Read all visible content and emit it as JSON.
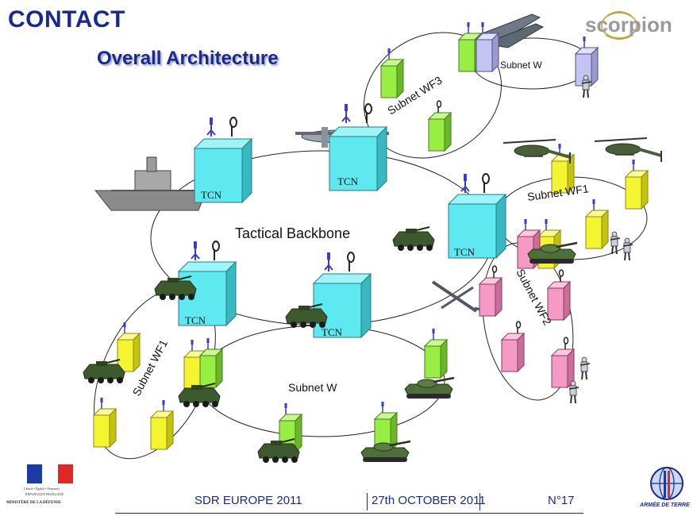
{
  "slide": {
    "title": "CONTACT",
    "subtitle": "Overall Architecture",
    "logo_text": "scorpion"
  },
  "labels": {
    "tcn": "TCN",
    "tactical_backbone": "Tactical Backbone",
    "subnet_wf3": "Subnet WF3",
    "subnet_w_top": "Subnet W",
    "subnet_wf1_right": "Subnet WF1",
    "subnet_wf2": "Subnet WF2",
    "subnet_wf1_left": "Subnet WF1",
    "subnet_w_bottom": "Subnet W"
  },
  "footer": {
    "event": "SDR EUROPE 2011",
    "date": "27th OCTOBER 2011",
    "page": "N°17",
    "republic_motto": "Liberté • Égalité • Fraternité",
    "republic": "RÉPUBLIQUE FRANÇAISE",
    "ministry": "MINISTÈRE DE LA DÉFENSE",
    "army": "ARMÉE DE TERRE"
  },
  "colors": {
    "title": "#1b2a8a",
    "tcn_cube": "#5ee8f0",
    "wf3_green": "#99ee44",
    "w_lavender": "#c4c4f4",
    "wf1_yellow": "#f4f430",
    "wf2_pink": "#f49ac4",
    "antenna": "#3a3acc"
  }
}
